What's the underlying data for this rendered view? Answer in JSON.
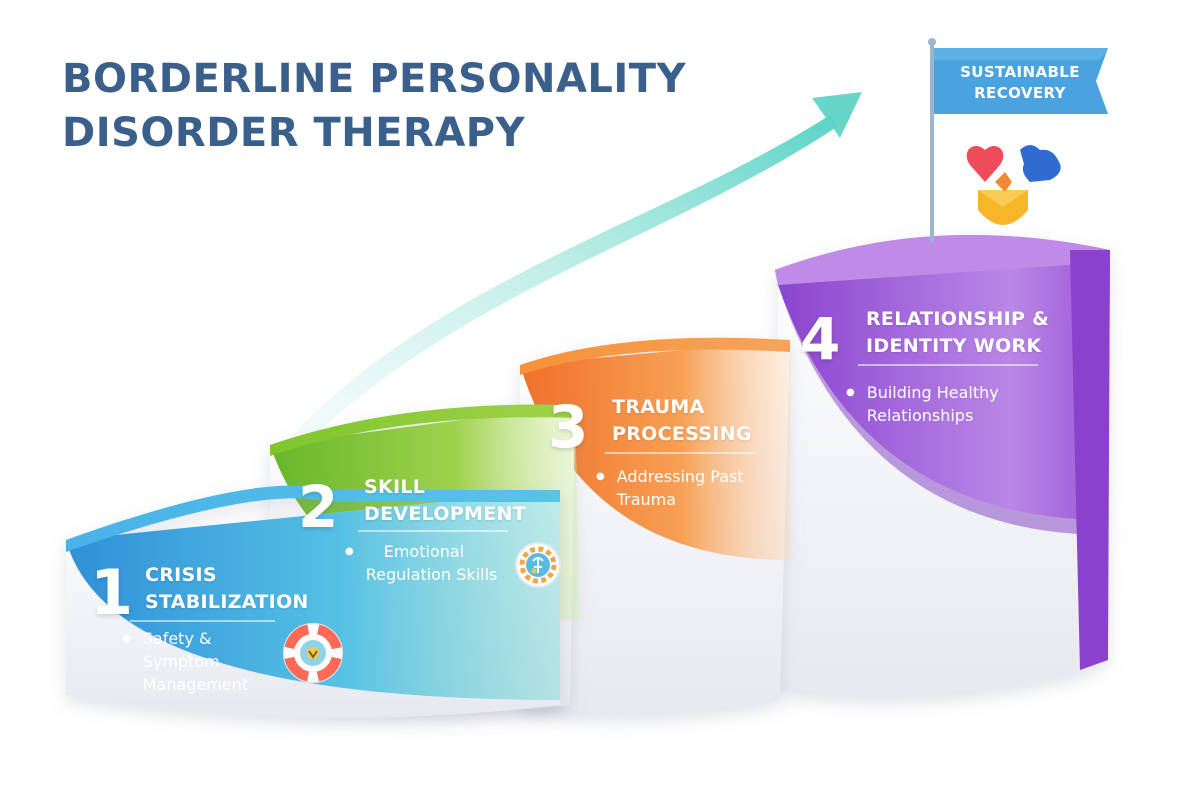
{
  "title": {
    "line1": "BORDERLINE PERSONALITY",
    "line2": "DISORDER THERAPY"
  },
  "goal": {
    "flag_line1": "SUSTAINABLE",
    "flag_line2": "RECOVERY",
    "flag_color": "#4aa3df",
    "icon": "heart-puzzle-shield-icon"
  },
  "steps": [
    {
      "number": "1",
      "title_line1": "CRISIS",
      "title_line2": "STABILIZATION",
      "bullet_lines": [
        "Safety &",
        "Symptom",
        "Management"
      ],
      "color": "#3ea3e0",
      "icon": "life-buoy-icon"
    },
    {
      "number": "2",
      "title_line1": "SKILL",
      "title_line2": "DEVELOPMENT",
      "bullet_lines": [
        "Emotional",
        "Regulation Skills"
      ],
      "color": "#7bc42e",
      "icon": "gear-brain-icon"
    },
    {
      "number": "3",
      "title_line1": "TRAUMA",
      "title_line2": "PROCESSING",
      "bullet_lines": [
        "Addressing Past",
        "Trauma"
      ],
      "color": "#f57f2b"
    },
    {
      "number": "4",
      "title_line1": "RELATIONSHIP &",
      "title_line2": "IDENTITY WORK",
      "bullet_lines": [
        "Building Healthy",
        "Relationships"
      ],
      "color": "#9a4fd6"
    }
  ],
  "colors": {
    "title": "#3a5f8a",
    "arrow": "#5fd3c4",
    "step_base": "#f2f3f7"
  }
}
